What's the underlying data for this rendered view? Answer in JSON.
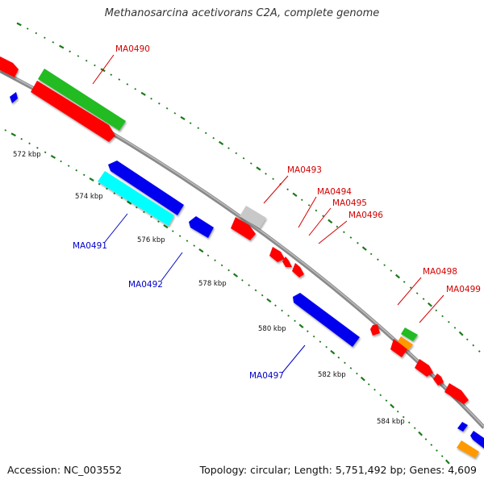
{
  "title": "Methanosarcina acetivorans C2A, complete genome",
  "footer": {
    "accession": "Accession: NC_003552",
    "summary": "Topology: circular; Length: 5,751,492 bp; Genes: 4,609"
  },
  "colors": {
    "backbone": "#8a8a8a",
    "tick": "#1a7a1a",
    "forward_label": "#d40000",
    "reverse_label": "#0000cc",
    "red": "#ff0000",
    "green": "#22bb22",
    "blue": "#0000ee",
    "cyan": "#00ffff",
    "gray": "#c8c8c8",
    "orange": "#ff9900"
  },
  "kbp_labels": [
    "572 kbp",
    "574 kbp",
    "576 kbp",
    "578 kbp",
    "580 kbp",
    "582 kbp",
    "584 kbp"
  ],
  "forward_gene_labels": [
    "MA0490",
    "MA0493",
    "MA0494",
    "MA0495",
    "MA0496",
    "MA0498",
    "MA0499"
  ],
  "reverse_gene_labels": [
    "MA0491",
    "MA0492",
    "MA0497"
  ]
}
